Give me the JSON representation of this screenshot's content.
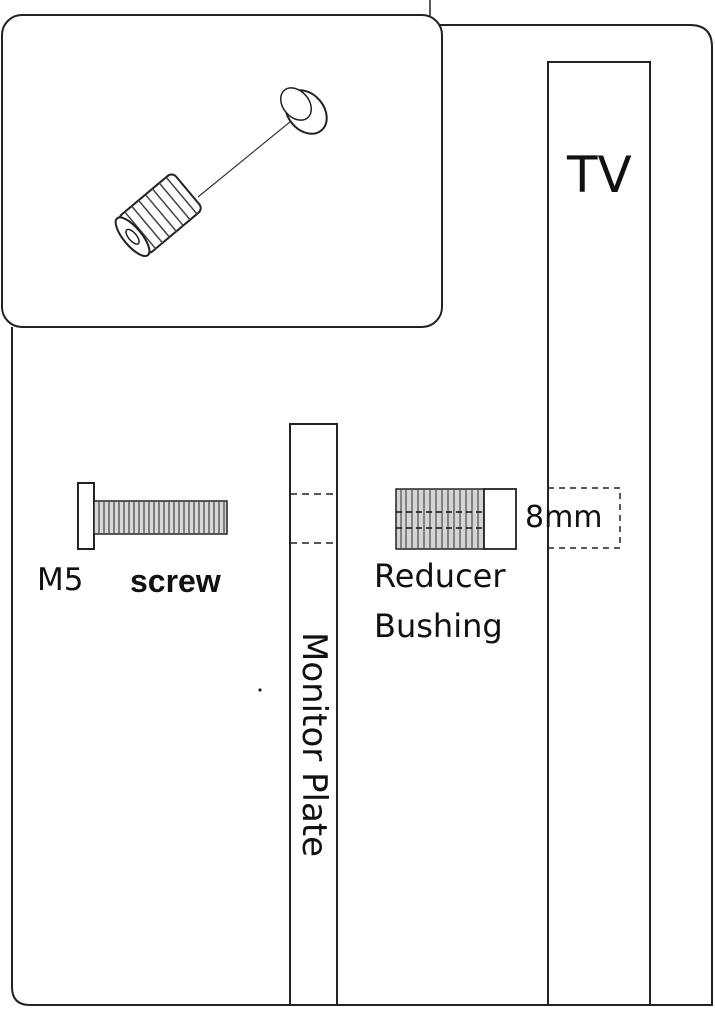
{
  "labels": {
    "tv": "TV",
    "m5": "M5",
    "screw": "screw",
    "reducer": "Reducer",
    "bushing": "Bushing",
    "measure": "8mm",
    "monitor_plate": "Monitor Plate"
  },
  "colors": {
    "line": "#222222",
    "thread": "#555555",
    "background": "#ffffff"
  },
  "icons": {
    "inset": "bushing-assembly-icon",
    "screw": "m5-screw-icon",
    "bushing": "reducer-bushing-icon"
  }
}
